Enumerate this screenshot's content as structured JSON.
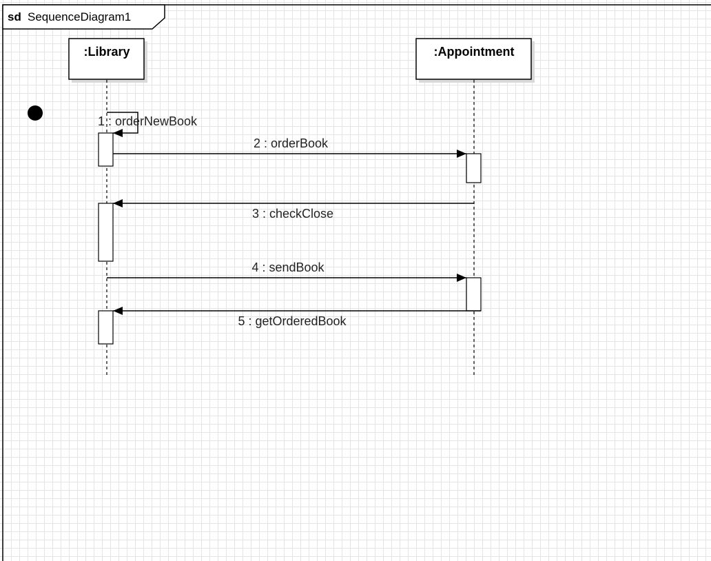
{
  "frame": {
    "keyword": "sd",
    "name": "SequenceDiagram1"
  },
  "lifelines": [
    {
      "id": "library",
      "name": ":Library"
    },
    {
      "id": "appointment",
      "name": ":Appointment"
    }
  ],
  "messages": [
    {
      "id": "m1",
      "label": "1 : orderNewBook",
      "from": "library",
      "to": "library",
      "kind": "self"
    },
    {
      "id": "m2",
      "label": "2 : orderBook",
      "from": "library",
      "to": "appointment"
    },
    {
      "id": "m3",
      "label": "3 : checkClose",
      "from": "appointment",
      "to": "library"
    },
    {
      "id": "m4",
      "label": "4 : sendBook",
      "from": "library",
      "to": "appointment"
    },
    {
      "id": "m5",
      "label": "5 : getOrderedBook",
      "from": "appointment",
      "to": "library"
    }
  ],
  "colors": {
    "line": "#000000",
    "grid": "#e4e4e4",
    "fill": "#ffffff",
    "shadow": "#d9d9d9"
  }
}
